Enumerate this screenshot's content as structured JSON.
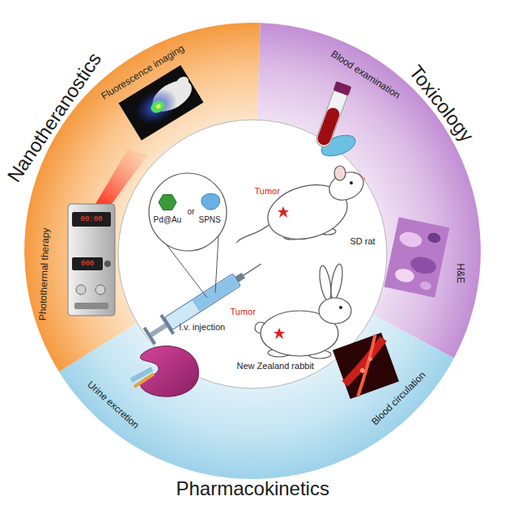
{
  "diagram": {
    "nodes": [
      {
        "text": [
          "Nanotheranostics"
        ]
      },
      {
        "text": [
          "Toxicology"
        ]
      },
      {
        "text": [
          "Pharmacokinetics"
        ]
      }
    ],
    "labels": [
      "Fluorescence imaging",
      "Photothermal therapy",
      "Blood examination",
      "H&E",
      "Blood circulation",
      "Urine excretion",
      "Pd@Au",
      "or",
      "SPNS",
      "i.v. injection",
      "Tumor",
      "SD rat",
      "Tumor",
      "New Zealand rabbit",
      "00:00",
      "000"
    ]
  }
}
